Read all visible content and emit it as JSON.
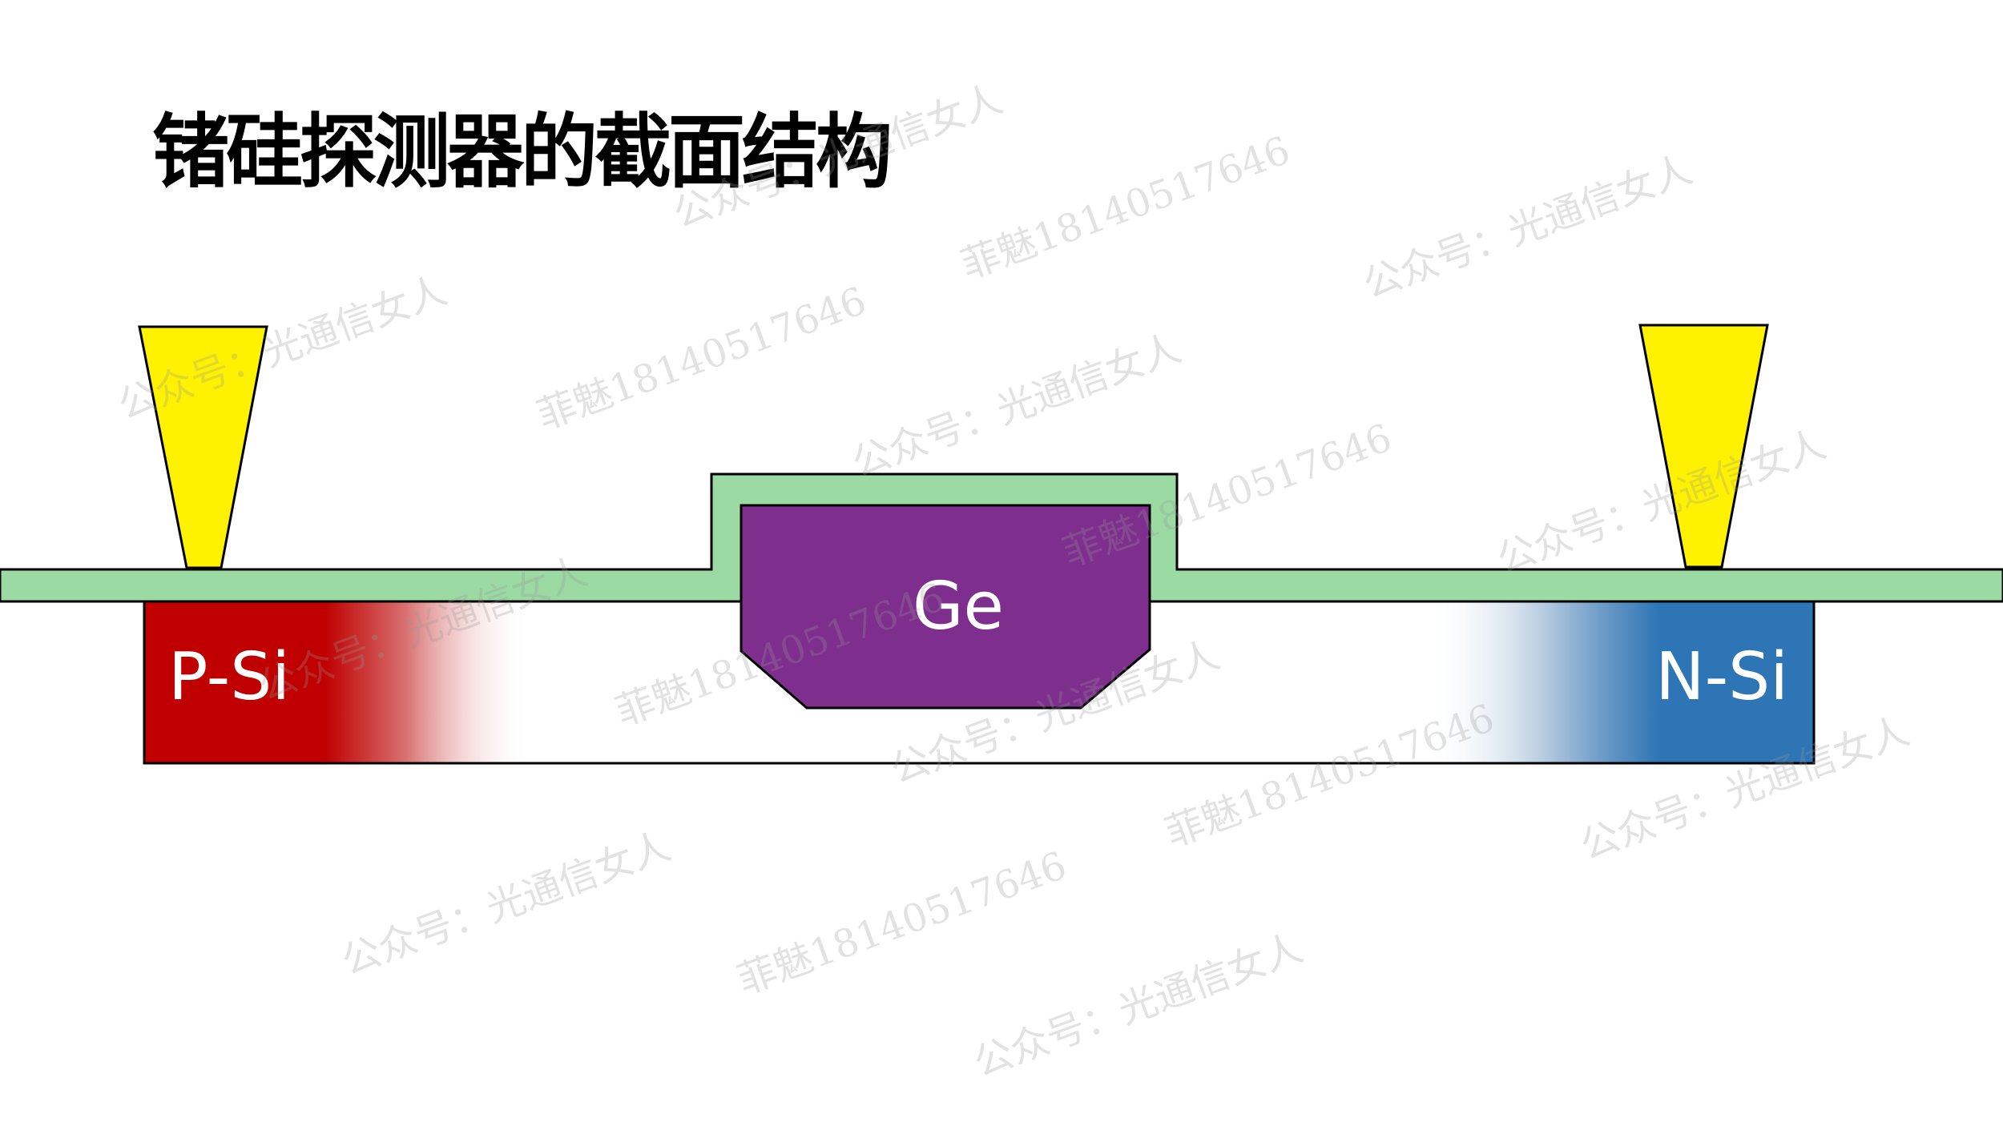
{
  "title": "锗硅探测器的截面结构",
  "diagram": {
    "labels": {
      "ge": "Ge",
      "p_si": "P-Si",
      "n_si": "N-Si"
    },
    "colors": {
      "oxide": "#9BDAA3",
      "germanium": "#7E2F8E",
      "p_si": "#C00000",
      "n_si": "#2E75B6",
      "contact": "#FFF200",
      "outline": "#000000"
    }
  },
  "watermarks": {
    "account": "公众号：光通信女人",
    "phone": "菲魅18140517646"
  }
}
